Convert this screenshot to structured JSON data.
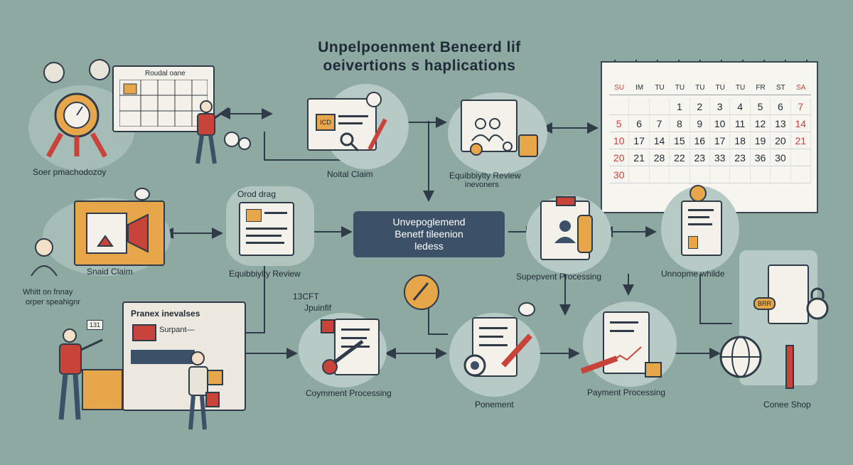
{
  "title": {
    "line1": "Unpelpoenment Beneerd lif",
    "line2": "oeivertions s haplications"
  },
  "nodes": {
    "top_left": "Soer pmachodozoy",
    "top_left_board": "Roudal oane",
    "initial_claim": "Noital Claim",
    "eligibility_top": "Equibbiylty Review",
    "eligibility_top_sub": "inevoners",
    "orod_drag": "Orod drag",
    "snaid_claim": "Snaid Claim",
    "eligibility_mid": "Equibbiylty Review",
    "center_line1": "Unvepoglemend",
    "center_line2": "Benetf tileenion",
    "center_line3": "ledess",
    "supp_processing": "Supepvent Processing",
    "unnopme": "Unnopme whilde",
    "left_mid": "Whitt on fnnay",
    "left_mid_2": "orper speahignr",
    "pranex_title": "Pranex inevalses",
    "pranex_item": "Surpant—",
    "ticket_1": "13CFT",
    "ticket_2": "Jpuinfif",
    "coyment": "Coymment Processing",
    "ponement": "Ponement",
    "payment": "Payment Processing",
    "conee_shop": "Conee Shop",
    "badge_1": "131",
    "badge_bottom_right": "BRR",
    "card_code": "ICD"
  },
  "calendar": {
    "days": [
      "SU",
      "IM",
      "TU",
      "TU",
      "TU",
      "TU",
      "TU",
      "FR",
      "ST",
      "SA"
    ],
    "rows": [
      [
        "",
        "",
        "",
        "1",
        "2",
        "3",
        "4",
        "5",
        "6",
        "7"
      ],
      [
        "5",
        "6",
        "7",
        "8",
        "9",
        "10",
        "11",
        "12",
        "13",
        "14"
      ],
      [
        "10",
        "17",
        "14",
        "15",
        "16",
        "17",
        "18",
        "19",
        "20",
        "21"
      ],
      [
        "20",
        "21",
        "28",
        "22",
        "23",
        "33",
        "23",
        "36",
        "30",
        ""
      ],
      [
        "30",
        "",
        "",
        "",
        "",
        "",
        "",
        "",
        "",
        ""
      ]
    ]
  },
  "colors": {
    "background": "#8ea8a2",
    "accent_orange": "#e8a64a",
    "accent_red": "#c8443a",
    "navy": "#3c5168"
  }
}
